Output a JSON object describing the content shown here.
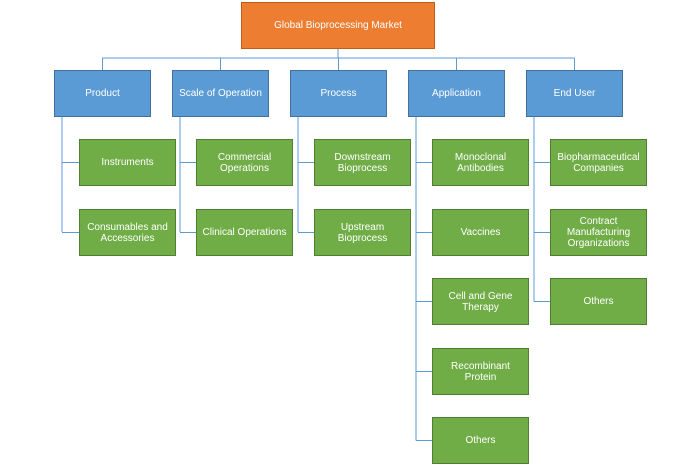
{
  "root": {
    "label": "Global Bioprocessing Market"
  },
  "categories": [
    {
      "label": "Product",
      "children": [
        "Instruments",
        "Consumables and Accessories"
      ]
    },
    {
      "label": "Scale of Operation",
      "children": [
        "Commercial Operations",
        "Clinical Operations"
      ]
    },
    {
      "label": "Process",
      "children": [
        "Downstream Bioprocess",
        "Upstream Bioprocess"
      ]
    },
    {
      "label": "Application",
      "children": [
        "Monoclonal Antibodies",
        "Vaccines",
        "Cell and Gene Therapy",
        "Recombinant Protein",
        "Others"
      ]
    },
    {
      "label": "End User",
      "children": [
        "Biopharmaceutical Companies",
        "Contract Manufacturing Organizations",
        "Others"
      ]
    }
  ],
  "colors": {
    "root_fill": "#ed7d31",
    "category_fill": "#5b9bd5",
    "leaf_fill": "#70ad47",
    "connector": "#5b9bd5"
  }
}
